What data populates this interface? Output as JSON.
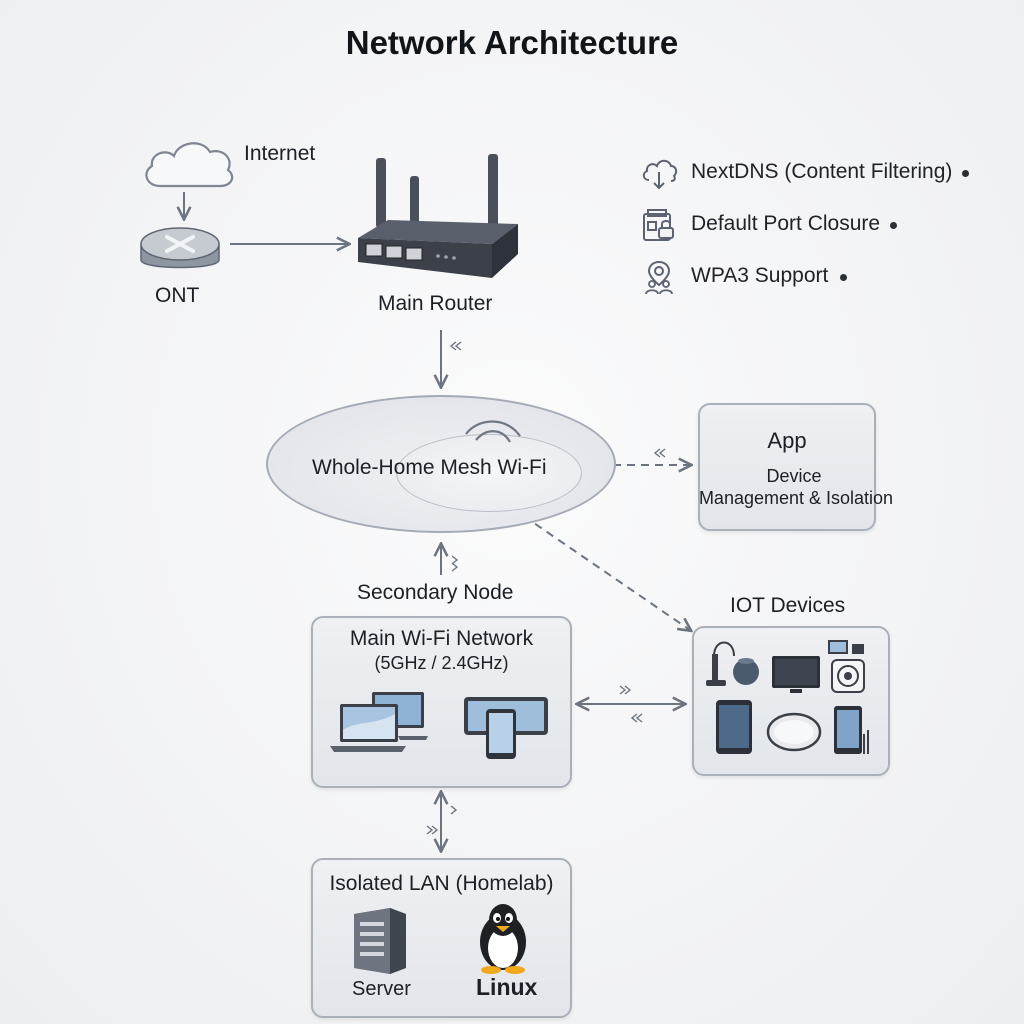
{
  "title": "Network Architecture",
  "nodes": {
    "internet": "Internet",
    "ont": "ONT",
    "main_router": "Main Router",
    "mesh": "Whole-Home Mesh Wi-Fi",
    "secondary_node": "Secondary Node",
    "app_title": "App",
    "app_line1": "Device",
    "app_line2": "Management & Isolation",
    "iot": "IOT Devices",
    "main_wifi_title": "Main Wi-Fi Network",
    "main_wifi_sub": "(5GHz / 2.4GHz)",
    "isolated_lan": "Isolated LAN (Homelab)",
    "server": "Server",
    "linux": "Linux"
  },
  "features": [
    {
      "label": "NextDNS (Content Filtering)",
      "icon": "cloud-download-icon"
    },
    {
      "label": "Default Port Closure",
      "icon": "port-closure-icon"
    },
    {
      "label": "WPA3 Support",
      "icon": "wpa3-user-location-icon"
    }
  ],
  "colors": {
    "line": "#737b87",
    "box_border": "#a9b0ba",
    "device_dark": "#3a3f48"
  }
}
